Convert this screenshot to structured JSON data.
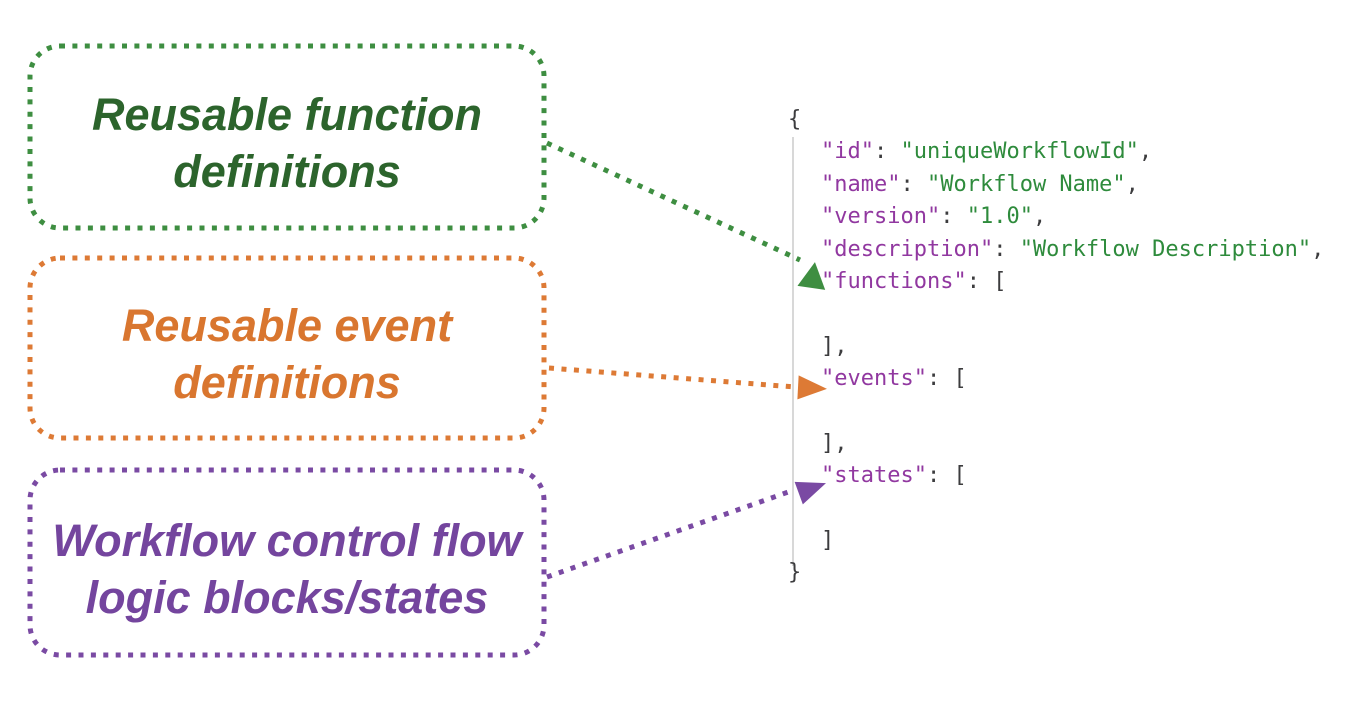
{
  "diagram_title": "",
  "colors": {
    "green": "#3e8e41",
    "green_text": "#2c642c",
    "orange": "#dd7a35",
    "orange_text": "#d9762f",
    "purple": "#7a4aa3",
    "purple_text": "#74459e",
    "code_key": "#9138a0",
    "code_str": "#2e8b3c",
    "code_pun": "#3c3c3e",
    "guide": "#d8d8d8"
  },
  "boxes": [
    {
      "id": "functions",
      "label": "Reusable function definitions",
      "color": "#2c642c"
    },
    {
      "id": "events",
      "label": "Reusable event definitions",
      "color": "#d9762f"
    },
    {
      "id": "states",
      "label": "Workflow control flow logic blocks/states",
      "color": "#74459e"
    }
  ],
  "arrows": [
    {
      "from": "Reusable function definitions",
      "to": "\"functions\": [",
      "color": "#3e8e41"
    },
    {
      "from": "Reusable event definitions",
      "to": "\"events\": [",
      "color": "#dd7a35"
    },
    {
      "from": "Workflow control flow logic blocks/states",
      "to": "\"states\": [",
      "color": "#7a4aa3"
    }
  ],
  "code": {
    "language": "json",
    "lines": [
      {
        "indent": false,
        "tokens": [
          {
            "c": "pun",
            "t": "{"
          }
        ]
      },
      {
        "indent": true,
        "tokens": [
          {
            "c": "key",
            "t": "\"id\""
          },
          {
            "c": "pun",
            "t": ": "
          },
          {
            "c": "str",
            "t": "\"uniqueWorkflowId\""
          },
          {
            "c": "pun",
            "t": ","
          }
        ]
      },
      {
        "indent": true,
        "tokens": [
          {
            "c": "key",
            "t": "\"name\""
          },
          {
            "c": "pun",
            "t": ": "
          },
          {
            "c": "str",
            "t": "\"Workflow Name\""
          },
          {
            "c": "pun",
            "t": ","
          }
        ]
      },
      {
        "indent": true,
        "tokens": [
          {
            "c": "key",
            "t": "\"version\""
          },
          {
            "c": "pun",
            "t": ": "
          },
          {
            "c": "str",
            "t": "\"1.0\""
          },
          {
            "c": "pun",
            "t": ","
          }
        ]
      },
      {
        "indent": true,
        "tokens": [
          {
            "c": "key",
            "t": "\"description\""
          },
          {
            "c": "pun",
            "t": ": "
          },
          {
            "c": "str",
            "t": "\"Workflow Description\""
          },
          {
            "c": "pun",
            "t": ","
          }
        ]
      },
      {
        "indent": true,
        "tokens": [
          {
            "c": "key",
            "t": "\"functions\""
          },
          {
            "c": "pun",
            "t": ": ["
          }
        ]
      },
      {
        "indent": true,
        "tokens": []
      },
      {
        "indent": true,
        "tokens": [
          {
            "c": "pun",
            "t": "],"
          }
        ]
      },
      {
        "indent": true,
        "tokens": [
          {
            "c": "key",
            "t": "\"events\""
          },
          {
            "c": "pun",
            "t": ": ["
          }
        ]
      },
      {
        "indent": true,
        "tokens": []
      },
      {
        "indent": true,
        "tokens": [
          {
            "c": "pun",
            "t": "],"
          }
        ]
      },
      {
        "indent": true,
        "tokens": [
          {
            "c": "key",
            "t": "\"states\""
          },
          {
            "c": "pun",
            "t": ": ["
          }
        ]
      },
      {
        "indent": true,
        "tokens": []
      },
      {
        "indent": true,
        "tokens": [
          {
            "c": "pun",
            "t": "]"
          }
        ]
      },
      {
        "indent": false,
        "tokens": [
          {
            "c": "pun",
            "t": "}"
          }
        ]
      }
    ]
  }
}
